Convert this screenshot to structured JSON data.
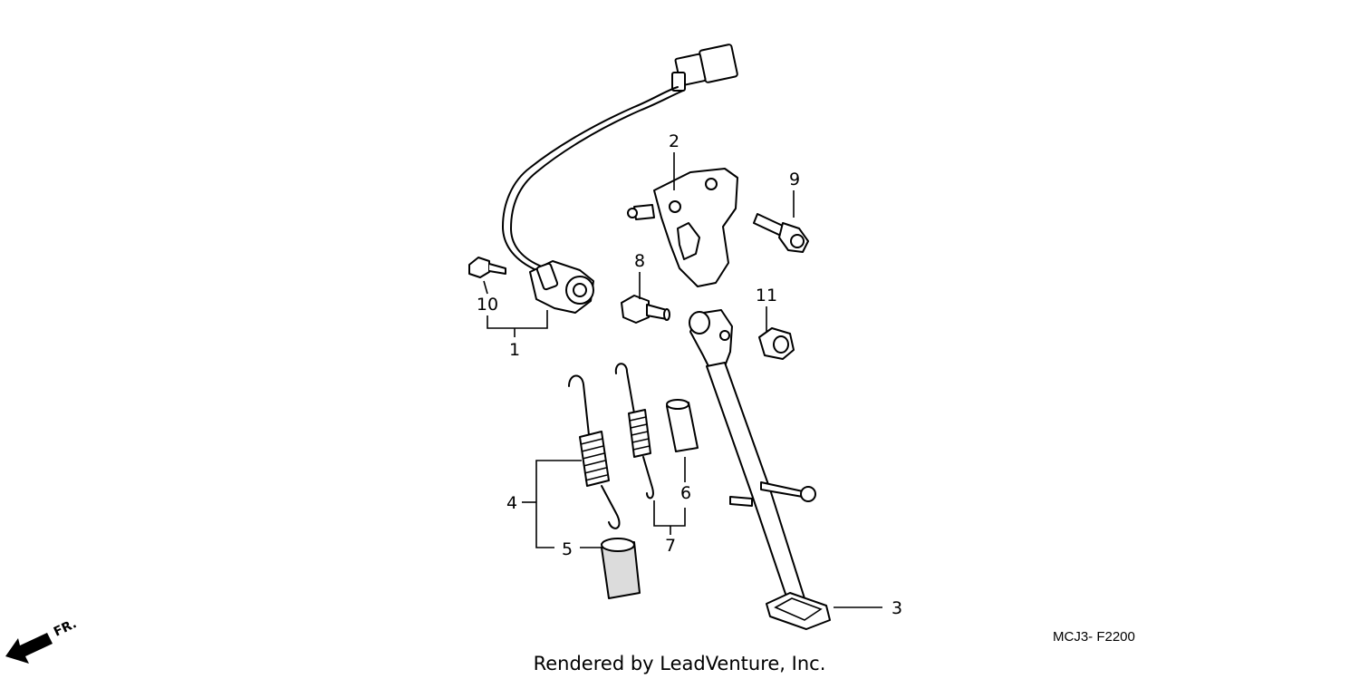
{
  "callouts": {
    "c1": "1",
    "c2": "2",
    "c3": "3",
    "c4": "4",
    "c5": "5",
    "c6": "6",
    "c7": "7",
    "c8": "8",
    "c9": "9",
    "c10": "10",
    "c11": "11"
  },
  "diagram_code": "MCJ3- F2200",
  "front_indicator": "FR.",
  "credit": "Rendered by LeadVenture, Inc."
}
